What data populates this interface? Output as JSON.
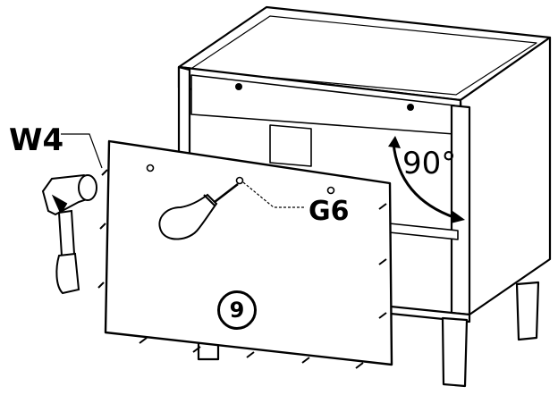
{
  "labels": {
    "nail_part": "W4",
    "screw_part": "G6",
    "angle": "90°",
    "step_number": "9"
  },
  "icons": [
    "hammer-icon",
    "screwdriver-icon"
  ],
  "colors": {
    "line": "#000000",
    "panel_fill": "#ffffff",
    "cabinet_fill": "#ffffff"
  }
}
